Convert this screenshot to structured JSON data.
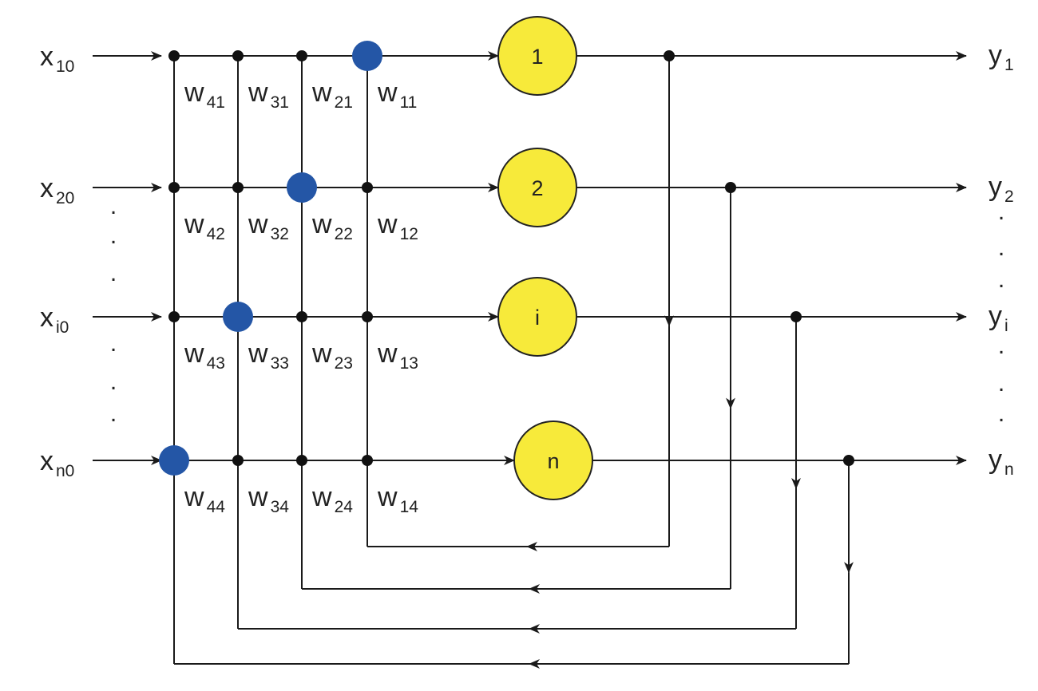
{
  "inputs": [
    {
      "base": "x",
      "sub": "10"
    },
    {
      "base": "x",
      "sub": "20"
    },
    {
      "base": "x",
      "sub": "i0"
    },
    {
      "base": "x",
      "sub": "n0"
    }
  ],
  "neurons": [
    "1",
    "2",
    "i",
    "n"
  ],
  "outputs": [
    {
      "base": "y",
      "sub": "1"
    },
    {
      "base": "y",
      "sub": "2"
    },
    {
      "base": "y",
      "sub": "i"
    },
    {
      "base": "y",
      "sub": "n"
    }
  ],
  "weights": [
    [
      {
        "base": "w",
        "sub": "41"
      },
      {
        "base": "w",
        "sub": "31"
      },
      {
        "base": "w",
        "sub": "21"
      },
      {
        "base": "w",
        "sub": "11"
      }
    ],
    [
      {
        "base": "w",
        "sub": "42"
      },
      {
        "base": "w",
        "sub": "32"
      },
      {
        "base": "w",
        "sub": "22"
      },
      {
        "base": "w",
        "sub": "12"
      }
    ],
    [
      {
        "base": "w",
        "sub": "43"
      },
      {
        "base": "w",
        "sub": "33"
      },
      {
        "base": "w",
        "sub": "23"
      },
      {
        "base": "w",
        "sub": "13"
      }
    ],
    [
      {
        "base": "w",
        "sub": "44"
      },
      {
        "base": "w",
        "sub": "34"
      },
      {
        "base": "w",
        "sub": "24"
      },
      {
        "base": "w",
        "sub": "14"
      }
    ]
  ],
  "ellipsis": ".",
  "colors": {
    "neuron_fill": "#f7ea3a",
    "neuron_stroke": "#222222",
    "diagonal_node": "#2456a6",
    "junction": "#111111",
    "wire": "#1a1a1a"
  }
}
